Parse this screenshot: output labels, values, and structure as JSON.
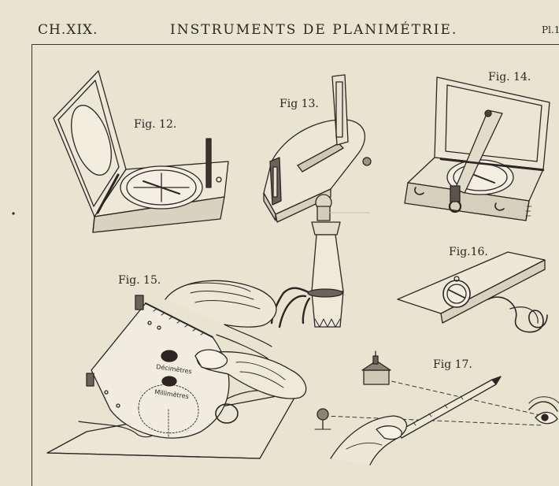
{
  "header": {
    "chapter": "CH.XIX.",
    "title": "INSTRUMENTS DE PLANIMÉTRIE.",
    "plate": "Pl.1"
  },
  "figures": {
    "fig12": "Fig. 12.",
    "fig13": "Fig 13.",
    "fig14": "Fig. 14.",
    "fig15": "Fig. 15.",
    "fig16": "Fig.16.",
    "fig17": "Fig 17."
  },
  "dial": {
    "decimetres": "Décimètres",
    "millimetres": "Millimètres"
  },
  "colors": {
    "paper": "#e9e3d2",
    "ink": "#2a2622"
  }
}
